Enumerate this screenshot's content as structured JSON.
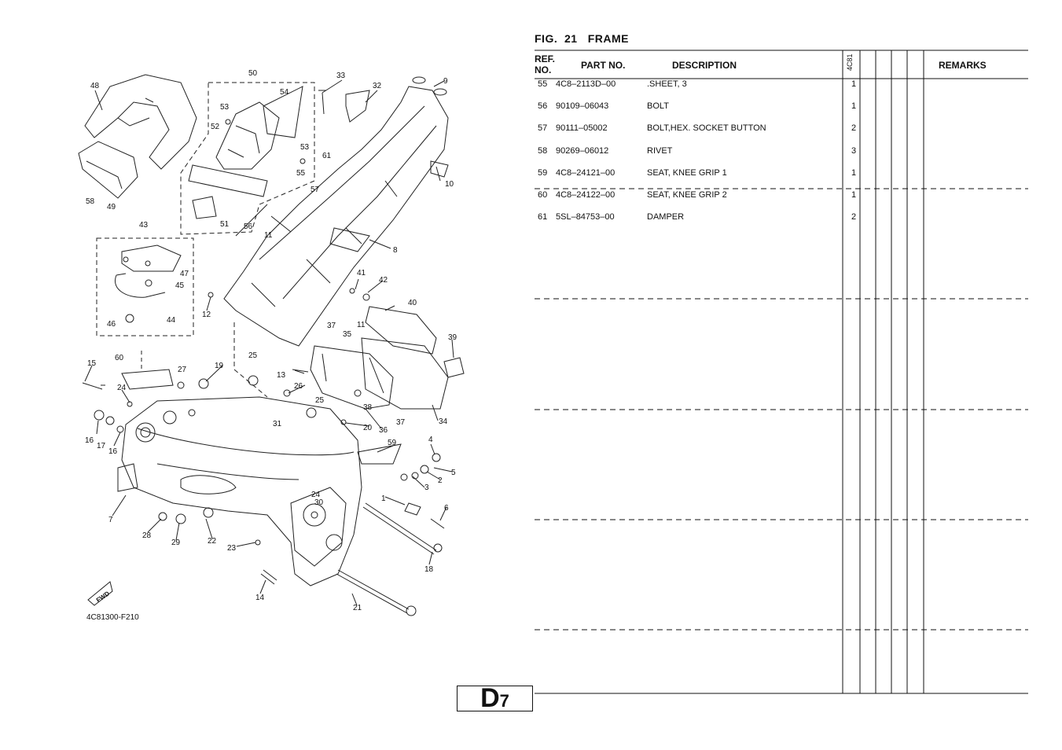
{
  "figure": {
    "title": "FIG.  21   FRAME"
  },
  "table": {
    "headers": {
      "ref": "REF.\nNO.",
      "ref_line1": "REF.",
      "ref_line2": "NO.",
      "part_no": "PART NO.",
      "description": "DESCRIPTION",
      "model": "4C81",
      "remarks": "REMARKS"
    },
    "rows": [
      {
        "ref": "55",
        "part_no": "4C8–2113D–00",
        "description": ".SHEET, 3",
        "qty": "1"
      },
      {
        "ref": "56",
        "part_no": "90109–06043",
        "description": "BOLT",
        "qty": "1"
      },
      {
        "ref": "57",
        "part_no": "90111–05002",
        "description": "BOLT,HEX. SOCKET BUTTON",
        "qty": "2"
      },
      {
        "ref": "58",
        "part_no": "90269–06012",
        "description": "RIVET",
        "qty": "3"
      },
      {
        "ref": "59",
        "part_no": "4C8–24121–00",
        "description": "SEAT, KNEE GRIP 1",
        "qty": "1"
      },
      {
        "ref": "60",
        "part_no": "4C8–24122–00",
        "description": "SEAT, KNEE GRIP 2",
        "qty": "1"
      },
      {
        "ref": "61",
        "part_no": "5SL–84753–00",
        "description": "DAMPER",
        "qty": "2"
      }
    ]
  },
  "diagram": {
    "part_code": "4C81300-F210",
    "fwd_label": "FWD",
    "callouts": [
      {
        "label": "48"
      },
      {
        "label": "50"
      },
      {
        "label": "33"
      },
      {
        "label": "32"
      },
      {
        "label": "9"
      },
      {
        "label": "54"
      },
      {
        "label": "53"
      },
      {
        "label": "52"
      },
      {
        "label": "53"
      },
      {
        "label": "55"
      },
      {
        "label": "61"
      },
      {
        "label": "10"
      },
      {
        "label": "57"
      },
      {
        "label": "58"
      },
      {
        "label": "49"
      },
      {
        "label": "51"
      },
      {
        "label": "56"
      },
      {
        "label": "11"
      },
      {
        "label": "43"
      },
      {
        "label": "8"
      },
      {
        "label": "47"
      },
      {
        "label": "45"
      },
      {
        "label": "41"
      },
      {
        "label": "42"
      },
      {
        "label": "40"
      },
      {
        "label": "46"
      },
      {
        "label": "44"
      },
      {
        "label": "12"
      },
      {
        "label": "11"
      },
      {
        "label": "37"
      },
      {
        "label": "35"
      },
      {
        "label": "39"
      },
      {
        "label": "60"
      },
      {
        "label": "25"
      },
      {
        "label": "15"
      },
      {
        "label": "27"
      },
      {
        "label": "19"
      },
      {
        "label": "13"
      },
      {
        "label": "24"
      },
      {
        "label": "26"
      },
      {
        "label": "25"
      },
      {
        "label": "38"
      },
      {
        "label": "34"
      },
      {
        "label": "31"
      },
      {
        "label": "20"
      },
      {
        "label": "36"
      },
      {
        "label": "37"
      },
      {
        "label": "16"
      },
      {
        "label": "17"
      },
      {
        "label": "16"
      },
      {
        "label": "59"
      },
      {
        "label": "4"
      },
      {
        "label": "5"
      },
      {
        "label": "2"
      },
      {
        "label": "3"
      },
      {
        "label": "24"
      },
      {
        "label": "30"
      },
      {
        "label": "1"
      },
      {
        "label": "6"
      },
      {
        "label": "7"
      },
      {
        "label": "28"
      },
      {
        "label": "29"
      },
      {
        "label": "22"
      },
      {
        "label": "23"
      },
      {
        "label": "18"
      },
      {
        "label": "14"
      },
      {
        "label": "21"
      }
    ]
  },
  "page": {
    "badge_letter": "D",
    "badge_number": "7"
  }
}
